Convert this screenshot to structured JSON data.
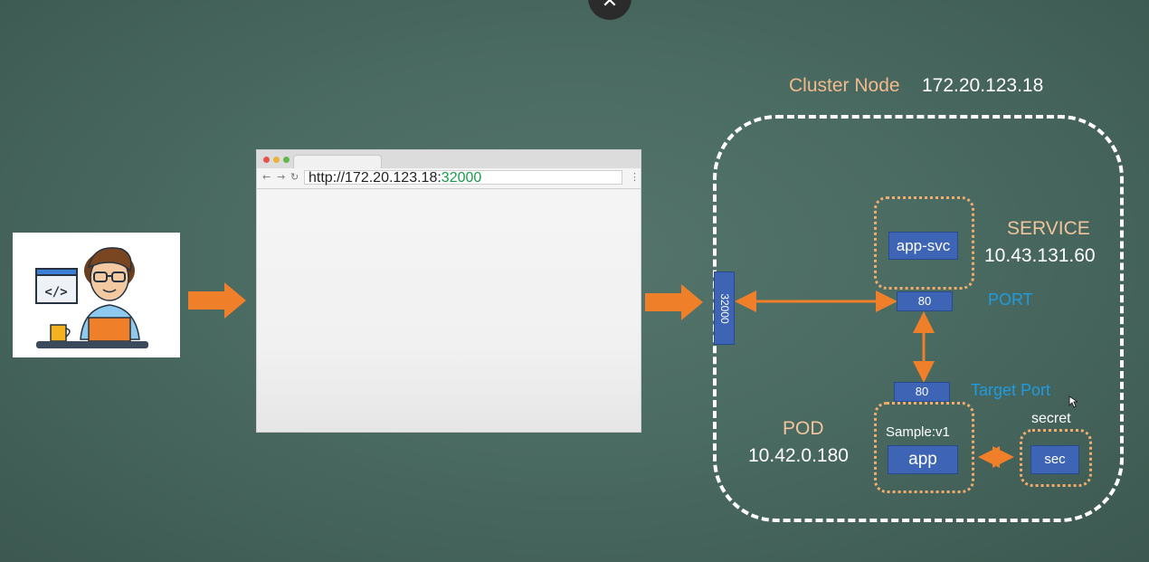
{
  "close_icon": "close-icon",
  "browser": {
    "url_base": "http://172.20.123.18:",
    "url_port": "32000",
    "port_color": "#1a9b4b"
  },
  "cluster": {
    "title": "Cluster Node",
    "ip": "172.20.123.18",
    "nodeport": "32000"
  },
  "service": {
    "name": "app-svc",
    "label": "SERVICE",
    "ip": "10.43.131.60",
    "port": "80",
    "port_label": "PORT"
  },
  "pod": {
    "label": "POD",
    "ip": "10.42.0.180",
    "target_port": "80",
    "target_port_label": "Target Port",
    "image": "Sample:v1",
    "app": "app"
  },
  "secret": {
    "label": "secret",
    "name": "sec"
  },
  "colors": {
    "arrow": "#f07f2a",
    "box_blue": "#3d64b5",
    "peach": "#f2c49c",
    "port_blue": "#1f9be0"
  }
}
